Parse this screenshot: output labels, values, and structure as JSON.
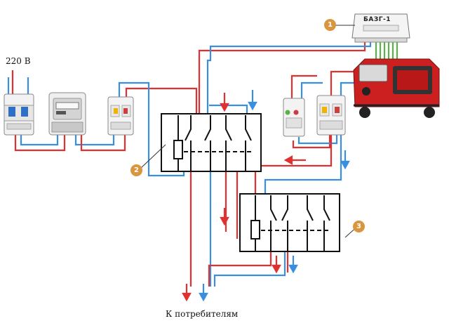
{
  "labels": {
    "voltage": "220 В",
    "consumers": "К потребителям",
    "controller": "БАЗГ-1"
  },
  "callouts": [
    "1",
    "2",
    "3"
  ],
  "colors": {
    "phase": "#e03030",
    "neutral": "#3a8ee0",
    "callout": "#d9963f",
    "generator": "#cc1f1f"
  },
  "components": [
    "circuit-breaker-icon",
    "electricity-meter-icon",
    "rcd-icon",
    "contactor-2",
    "contactor-3",
    "voltage-relay-icon",
    "generator-rcd-icon",
    "controller-bazg-icon",
    "generator-icon"
  ]
}
